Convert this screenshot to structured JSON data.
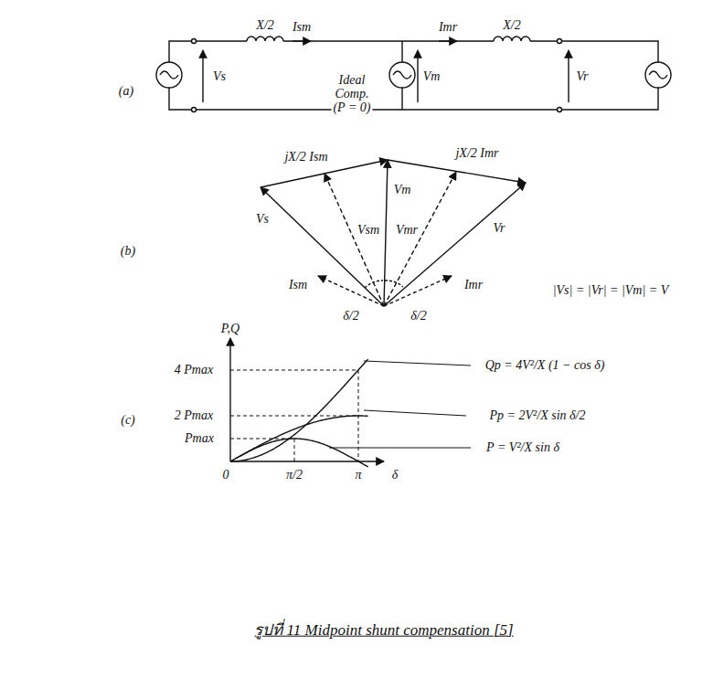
{
  "diagram": {
    "caption": "รูปที่ 11 Midpoint shunt compensation [5]",
    "labels": [
      "(a)",
      "Vs",
      "X/2",
      "Ism",
      "Ideal",
      "Comp.",
      "(P = 0)",
      "Vm",
      "Imr",
      "X/2",
      "Vr",
      "jX/2 Ism",
      "jX/2 Imr",
      "(b)",
      "Vs",
      "Vsm",
      "Vm",
      "Vmr",
      "Vr",
      "Ism",
      "Imr",
      "δ/2",
      "δ/2",
      "|Vs| = |Vr| = |Vm| = V",
      "P,Q",
      "4 Pmax",
      "2 Pmax",
      "Pmax",
      "(c)",
      "0",
      "π/2",
      "π",
      "δ",
      "Qp = 4V²/X (1 − cos δ)",
      "Pp = 2V²/X sin δ/2",
      "P = V²/X sin δ"
    ]
  }
}
